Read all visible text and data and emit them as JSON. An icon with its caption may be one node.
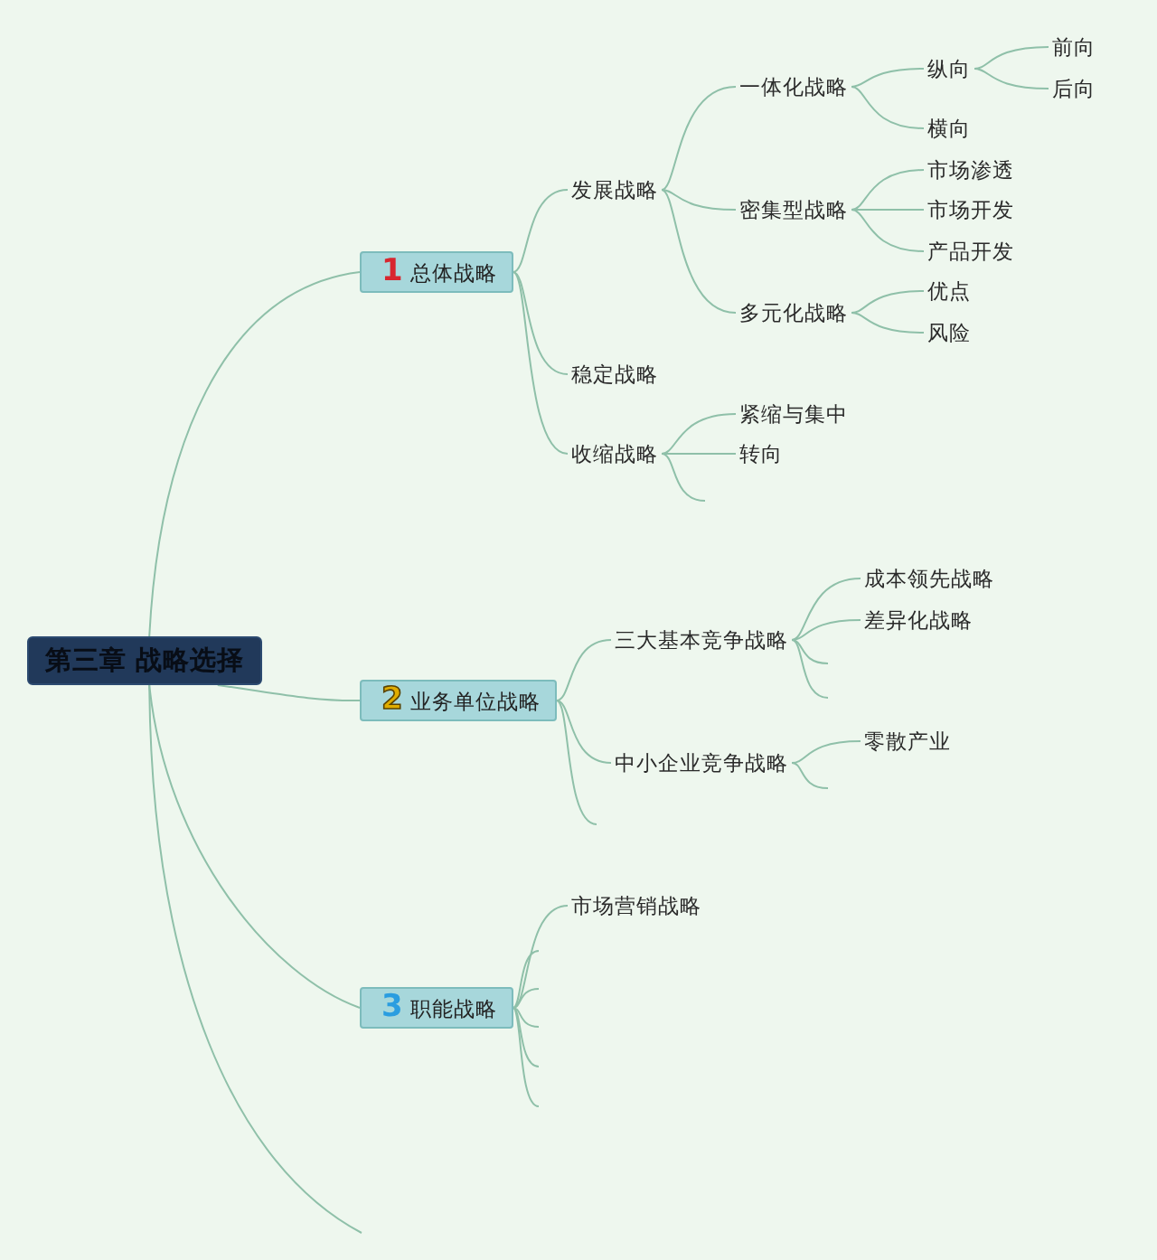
{
  "diagram": {
    "nodes": [
      {
        "text": [
          "第三章 战略选择"
        ]
      },
      {
        "text": [
          "1",
          "总体战略"
        ]
      },
      {
        "text": [
          "发展战略"
        ]
      },
      {
        "text": [
          "一体化战略"
        ]
      },
      {
        "text": [
          "纵向"
        ]
      },
      {
        "text": [
          "前向"
        ]
      },
      {
        "text": [
          "后向"
        ]
      },
      {
        "text": [
          "横向"
        ]
      },
      {
        "text": [
          "密集型战略"
        ]
      },
      {
        "text": [
          "市场渗透"
        ]
      },
      {
        "text": [
          "市场开发"
        ]
      },
      {
        "text": [
          "产品开发"
        ]
      },
      {
        "text": [
          "多元化战略"
        ]
      },
      {
        "text": [
          "优点"
        ]
      },
      {
        "text": [
          "风险"
        ]
      },
      {
        "text": [
          "稳定战略"
        ]
      },
      {
        "text": [
          "收缩战略"
        ]
      },
      {
        "text": [
          "紧缩与集中"
        ]
      },
      {
        "text": [
          "转向"
        ]
      },
      {
        "text": [
          "2",
          "业务单位战略"
        ]
      },
      {
        "text": [
          "三大基本竞争战略"
        ]
      },
      {
        "text": [
          "成本领先战略"
        ]
      },
      {
        "text": [
          "差异化战略"
        ]
      },
      {
        "text": [
          "中小企业竞争战略"
        ]
      },
      {
        "text": [
          "零散产业"
        ]
      },
      {
        "text": [
          "3",
          "职能战略"
        ]
      },
      {
        "text": [
          "市场营销战略"
        ]
      }
    ],
    "edges": [
      {
        "from": 0,
        "to": 1,
        "arrow": "none"
      },
      {
        "from": 1,
        "to": 2,
        "arrow": "none"
      },
      {
        "from": 2,
        "to": 3,
        "arrow": "none"
      },
      {
        "from": 3,
        "to": 4,
        "arrow": "none"
      },
      {
        "from": 4,
        "to": 5,
        "arrow": "none"
      },
      {
        "from": 4,
        "to": 6,
        "arrow": "none"
      },
      {
        "from": 3,
        "to": 7,
        "arrow": "none"
      },
      {
        "from": 2,
        "to": 8,
        "arrow": "none"
      },
      {
        "from": 8,
        "to": 9,
        "arrow": "none"
      },
      {
        "from": 8,
        "to": 10,
        "arrow": "none"
      },
      {
        "from": 8,
        "to": 11,
        "arrow": "none"
      },
      {
        "from": 2,
        "to": 12,
        "arrow": "none"
      },
      {
        "from": 12,
        "to": 13,
        "arrow": "none"
      },
      {
        "from": 12,
        "to": 14,
        "arrow": "none"
      },
      {
        "from": 1,
        "to": 15,
        "arrow": "none"
      },
      {
        "from": 1,
        "to": 16,
        "arrow": "none"
      },
      {
        "from": 16,
        "to": 17,
        "arrow": "none"
      },
      {
        "from": 16,
        "to": 18,
        "arrow": "none"
      },
      {
        "from": 16,
        "to": null,
        "arrow": "none"
      },
      {
        "from": 0,
        "to": 19,
        "arrow": "none"
      },
      {
        "from": 19,
        "to": 20,
        "arrow": "none"
      },
      {
        "from": 20,
        "to": 21,
        "arrow": "none"
      },
      {
        "from": 20,
        "to": 22,
        "arrow": "none"
      },
      {
        "from": 20,
        "to": null,
        "arrow": "none"
      },
      {
        "from": 20,
        "to": null,
        "arrow": "none"
      },
      {
        "from": 19,
        "to": 23,
        "arrow": "none"
      },
      {
        "from": 23,
        "to": 24,
        "arrow": "none"
      },
      {
        "from": 23,
        "to": null,
        "arrow": "none"
      },
      {
        "from": 19,
        "to": null,
        "arrow": "none"
      },
      {
        "from": 0,
        "to": 25,
        "arrow": "none"
      },
      {
        "from": 25,
        "to": 26,
        "arrow": "none"
      },
      {
        "from": 25,
        "to": null,
        "arrow": "none"
      },
      {
        "from": 25,
        "to": null,
        "arrow": "none"
      },
      {
        "from": 25,
        "to": null,
        "arrow": "none"
      },
      {
        "from": 25,
        "to": null,
        "arrow": "none"
      },
      {
        "from": 25,
        "to": null,
        "arrow": "none"
      },
      {
        "from": 0,
        "to": null,
        "arrow": "none"
      }
    ]
  }
}
